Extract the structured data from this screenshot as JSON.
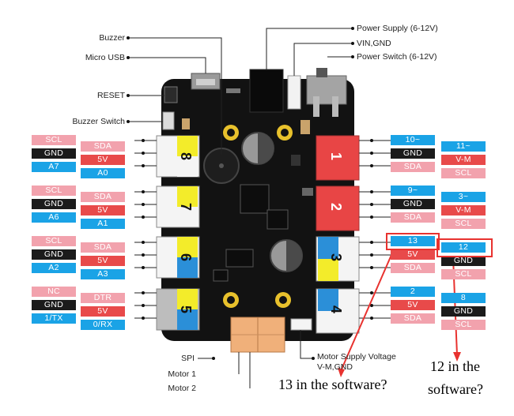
{
  "board_labels": {
    "buzzer": "Buzzer",
    "micro_usb": "Micro USB",
    "reset": "RESET",
    "buzzer_switch": "Buzzer Switch",
    "power_supply": "Power Supply (6-12V)",
    "vin_gnd": "VIN,GND",
    "power_switch": "Power Switch (6-12V)",
    "spi": "SPI",
    "motor1": "Motor 1",
    "motor2": "Motor 2",
    "motor_supply_voltage": "Motor Supply Voltage",
    "vm_gnd": "V-M,GND"
  },
  "ports": {
    "p8": "8",
    "p7": "7",
    "p6": "6",
    "p5": "5",
    "p1": "1",
    "p2": "2",
    "p3": "3",
    "p4": "4"
  },
  "left_pins": {
    "port8": {
      "outer": [
        "SCL",
        "GND",
        "A7"
      ],
      "inner": [
        "SDA",
        "5V",
        "A0"
      ]
    },
    "port7": {
      "outer": [
        "SCL",
        "GND",
        "A6"
      ],
      "inner": [
        "SDA",
        "5V",
        "A1"
      ]
    },
    "port6": {
      "outer": [
        "SCL",
        "GND",
        "A2"
      ],
      "inner": [
        "SDA",
        "5V",
        "A3"
      ]
    },
    "port5": {
      "outer": [
        "NC",
        "GND",
        "1/TX"
      ],
      "inner": [
        "DTR",
        "5V",
        "0/RX"
      ]
    }
  },
  "right_pins": {
    "port1": {
      "inner": [
        "10~",
        "GND",
        "SDA"
      ],
      "outer": [
        "11~",
        "V-M",
        "SCL"
      ]
    },
    "port2": {
      "inner": [
        "9~",
        "GND",
        "SDA"
      ],
      "outer": [
        "3~",
        "V-M",
        "SCL"
      ]
    },
    "port3": {
      "inner": [
        "13",
        "5V",
        "SDA"
      ],
      "outer": [
        "12",
        "GND",
        "SCL"
      ]
    },
    "port4": {
      "inner": [
        "2",
        "5V",
        "SDA"
      ],
      "outer": [
        "8",
        "GND",
        "SCL"
      ]
    }
  },
  "annotations": {
    "q13": "13 in the software?",
    "q12_line1": "12 in the",
    "q12_line2": "software?"
  },
  "colors": {
    "pink": "#f2a2ad",
    "black": "#1b1b1b",
    "blue": "#1aa3e6",
    "red": "#e84a4a",
    "board": "#121212",
    "highlight": "#e8322f"
  }
}
